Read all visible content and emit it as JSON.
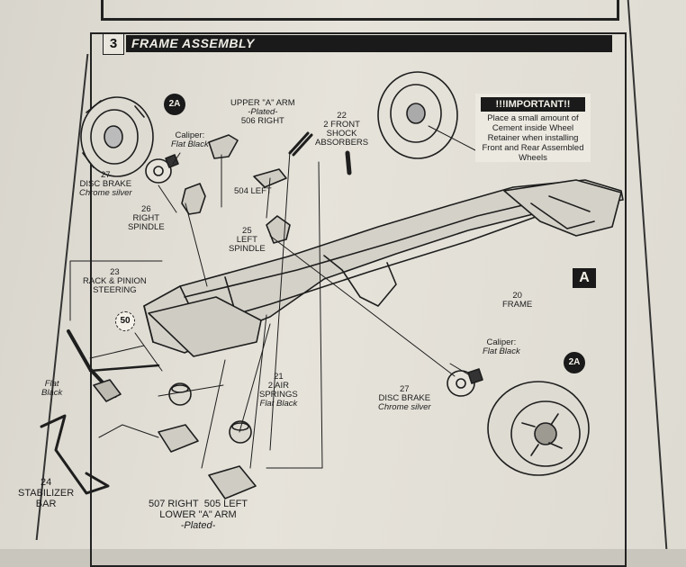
{
  "step": {
    "number": "3",
    "title": "FRAME ASSEMBLY"
  },
  "important": {
    "title": "!!!IMPORTANT!!",
    "text": "Place a small amount of Cement inside Wheel Retainer when installing Front and Rear Assembled Wheels"
  },
  "badge": "A",
  "callouts": {
    "left_wheel": "2A",
    "right_wheel": "2A",
    "part50": "50"
  },
  "labels": {
    "caliper_left": "Caliper:",
    "caliper_left_finish": "Flat Black",
    "disc_brake_left_num": "27",
    "disc_brake_left": "DISC BRAKE",
    "disc_brake_left_finish": "Chrome silver",
    "right_spindle_num": "26",
    "right_spindle_1": "RIGHT",
    "right_spindle_2": "SPINDLE",
    "upper_arm_1": "UPPER \"A\" ARM",
    "upper_arm_2": "-Plated-",
    "upper_arm_3": "506 RIGHT",
    "shock_num": "22",
    "shock_1": "2 FRONT",
    "shock_2": "SHOCK",
    "shock_3": "ABSORBERS",
    "upper_left": "504 LEFT",
    "left_spindle_num": "25",
    "left_spindle_1": "LEFT",
    "left_spindle_2": "SPINDLE",
    "rack_num": "23",
    "rack_1": "RACK & PINION",
    "rack_2": "STEERING",
    "flat_black_1": "Flat",
    "flat_black_2": "Black",
    "frame_num": "20",
    "frame": "FRAME",
    "air_num": "21",
    "air_1": "2 AIR",
    "air_2": "SPRINGS",
    "air_finish": "Flat Black",
    "caliper_right": "Caliper:",
    "caliper_right_finish": "Flat Black",
    "disc_brake_right_num": "27",
    "disc_brake_right": "DISC BRAKE",
    "disc_brake_right_finish": "Chrome silver",
    "stab_num": "24",
    "stab_1": "STABILIZER",
    "stab_2": "BAR",
    "lower_1": "507 RIGHT",
    "lower_2": "505 LEFT",
    "lower_3": "LOWER \"A\" ARM",
    "lower_4": "-Plated-"
  }
}
